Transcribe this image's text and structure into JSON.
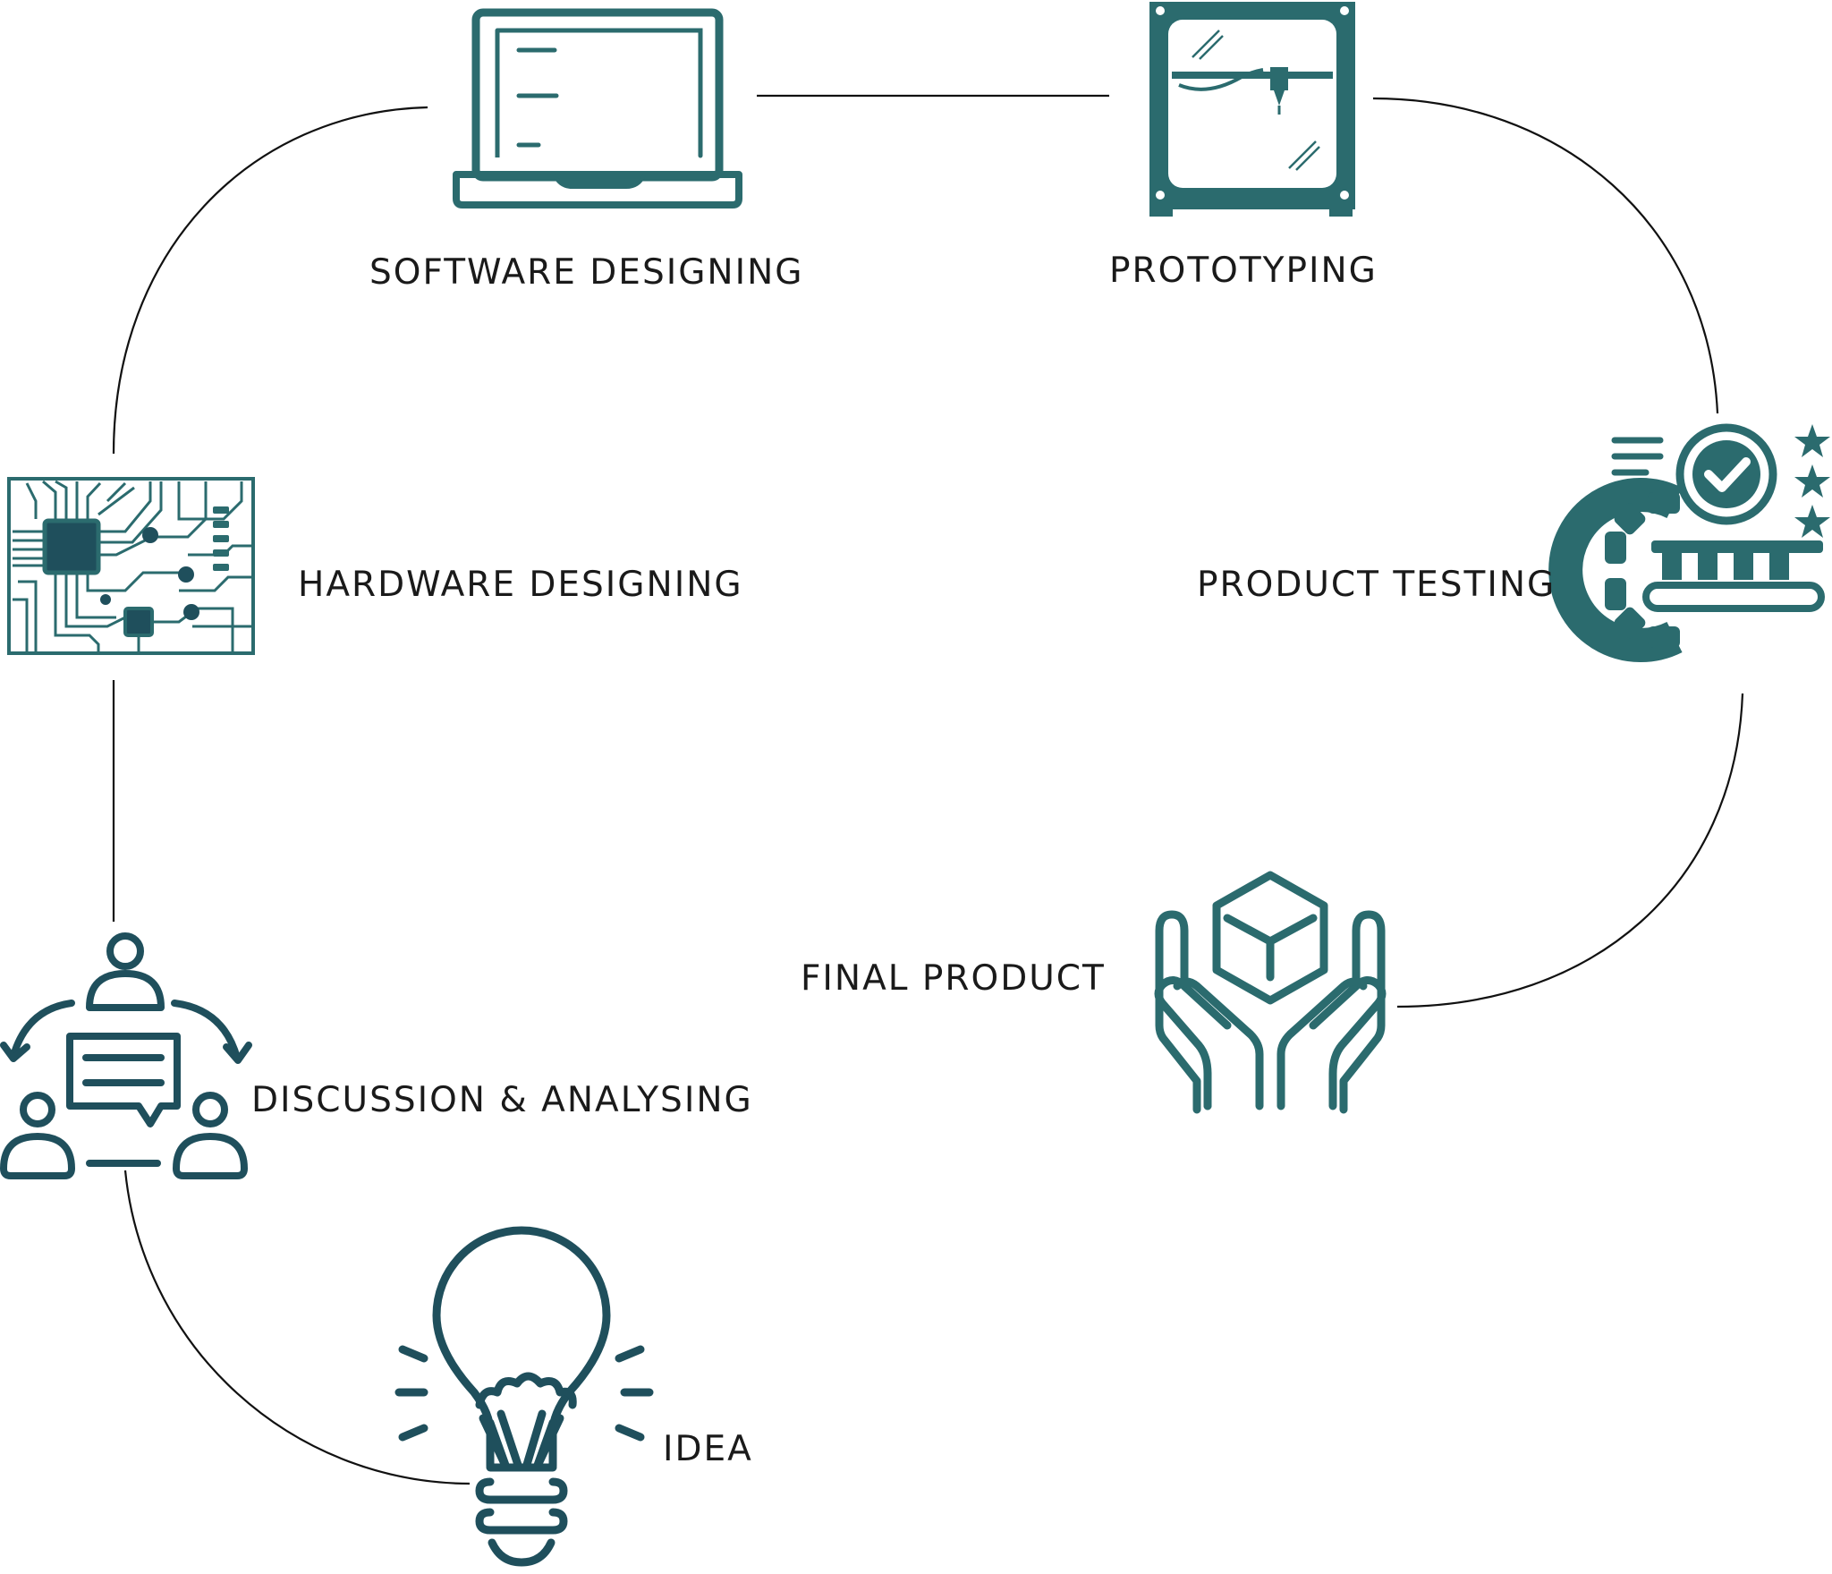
{
  "colors": {
    "icon": "#2b6b6e",
    "icon_dark": "#1f4f5c",
    "connector": "#111111",
    "text": "#1a1a1a",
    "background": "#ffffff"
  },
  "steps": [
    {
      "id": "software",
      "label": "SOFTWARE DESIGNING",
      "icon": "laptop-icon"
    },
    {
      "id": "prototyping",
      "label": "PROTOTYPING",
      "icon": "3d-printer-icon"
    },
    {
      "id": "testing",
      "label": "PRODUCT TESTING",
      "icon": "quality-gear-icon"
    },
    {
      "id": "final",
      "label": "FINAL PRODUCT",
      "icon": "hands-box-icon"
    },
    {
      "id": "hardware",
      "label": "HARDWARE DESIGNING",
      "icon": "circuit-board-icon"
    },
    {
      "id": "discussion",
      "label": "DISCUSSION & ANALYSING",
      "icon": "team-discussion-icon"
    },
    {
      "id": "idea",
      "label": "IDEA",
      "icon": "lightbulb-icon"
    }
  ]
}
